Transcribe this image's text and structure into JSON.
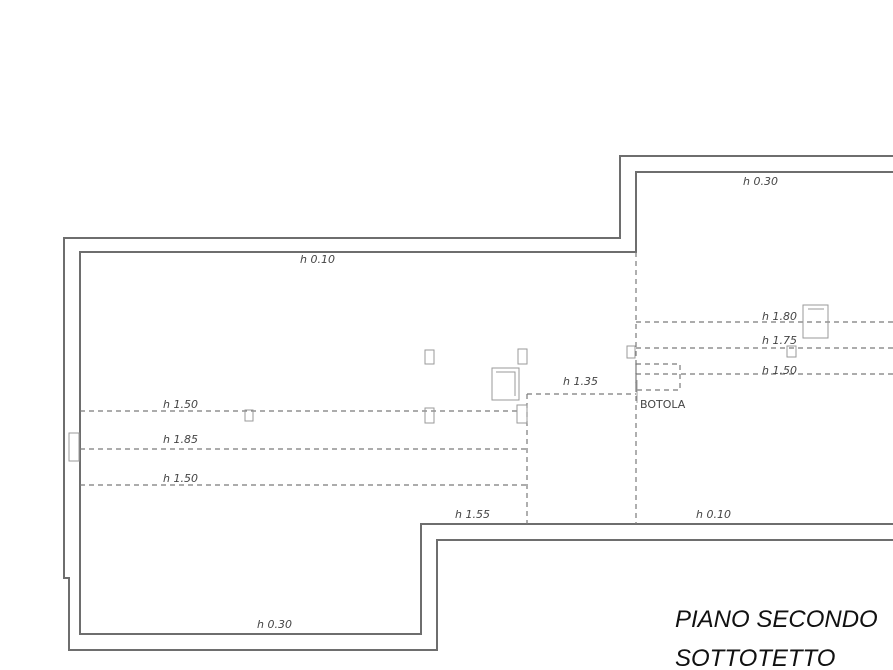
{
  "labels": {
    "l01": "h 0.10",
    "l02": "h 0.30",
    "l03": "h 1.50",
    "l04": "h 1.85",
    "l05": "h 1.50",
    "l06": "h 1.35",
    "l07": "h 1.55",
    "l08": "h 0.10",
    "l09": "h 0.30",
    "l10": "h 1.80",
    "l11": "h 1.75",
    "l12": "h 1.50",
    "botola": "BOTOLA"
  },
  "title": {
    "line1": "PIANO SECONDO",
    "line2": "SOTTOTETTO"
  }
}
